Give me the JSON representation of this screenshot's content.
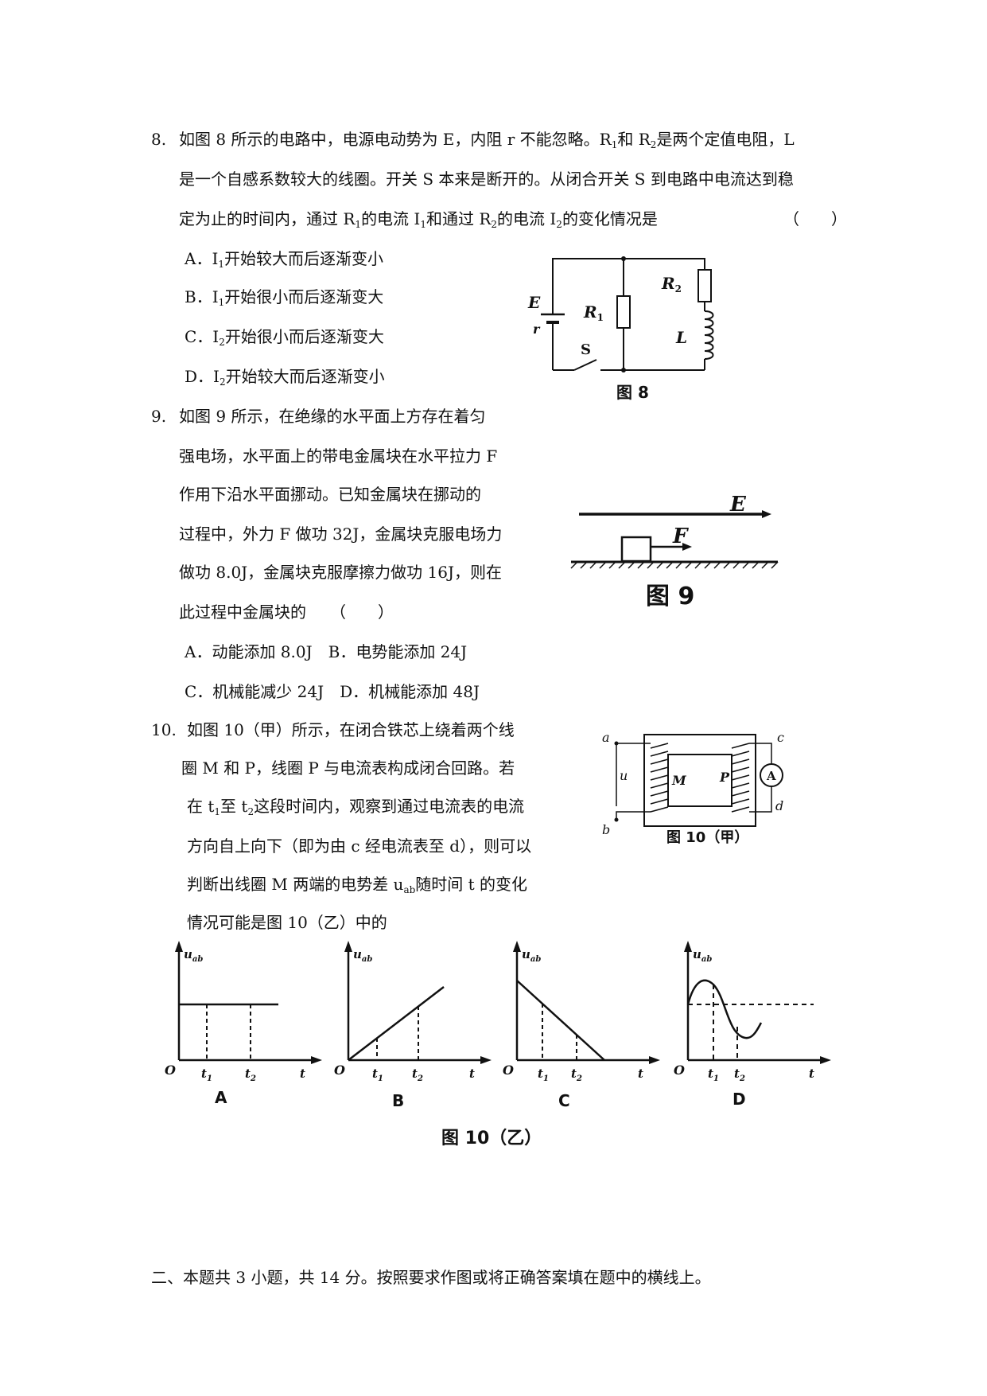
{
  "q8": {
    "number": "8.",
    "line1a": "如图 8 所示的电路中，电源电动势为 E，内阻 r 不能忽略。R",
    "sub1": "1",
    "line1b": "和 R",
    "sub2": "2",
    "line1c": "是两个定值电阻，L",
    "line2": "是一个自感系数较大的线圈。开关 S 本来是断开的。从闭合开关 S 到电路中电流达到稳",
    "line3a": "定为止的时间内，通过 R",
    "line3b": "的电流 I",
    "line3c": "和通过 R",
    "line3d": "的电流 I",
    "line3e": "的变化情况是",
    "paren": "（　　）",
    "optA": {
      "pre": "A．I",
      "sub": "1",
      "post": "开始较大而后逐渐变小"
    },
    "optB": {
      "pre": "B．I",
      "sub": "1",
      "post": "开始很小而后逐渐变大"
    },
    "optC": {
      "pre": "C．I",
      "sub": "2",
      "post": "开始很小而后逐渐变大"
    },
    "optD": {
      "pre": "D．I",
      "sub": "2",
      "post": "开始较大而后逐渐变小"
    },
    "figure": {
      "label_E": "E",
      "label_r": "r",
      "label_R1": "R",
      "label_R2": "R",
      "sub1": "1",
      "sub2": "2",
      "label_L": "L",
      "label_S": "S",
      "caption": "图 8"
    }
  },
  "q9": {
    "number": "9.",
    "lines": [
      "如图 9 所示，在绝缘的水平面上方存在着匀",
      "强电场，水平面上的带电金属块在水平拉力 F",
      "作用下沿水平面挪动。已知金属块在挪动的",
      "过程中，外力 F 做功 32J，金属块克服电场力",
      "做功 8.0J，金属块克服摩擦力做功 16J，则在",
      "此过程中金属块的　　（　　）"
    ],
    "options": [
      "A．动能添加 8.0J　B．电势能添加 24J",
      "C．机械能减少 24J　D．机械能添加 48J"
    ],
    "figure": {
      "label_E": "E",
      "label_F": "F",
      "caption": "图 9"
    }
  },
  "q10": {
    "number": "10.",
    "line1": "如图 10（甲）所示，在闭合铁芯上绕着两个线",
    "line2": "圈 M 和 P，线圈 P 与电流表构成闭合回路。若",
    "line3a": "在 t",
    "line3b": "至 t",
    "line3c": "这段时间内，观察到通过电流表的电流",
    "line4": "方向自上向下（即为由 c 经电流表至 d），则可以",
    "line5a": "判断出线圈 M 两端的电势差 u",
    "line5sub": "ab",
    "line5b": "随时间 t 的变化",
    "line6": "情况可能是图 10（乙）中的",
    "fig_jia": {
      "a": "a",
      "b": "b",
      "c": "c",
      "d": "d",
      "u": "u",
      "M": "M",
      "P": "P",
      "A": "A",
      "caption": "图 10（甲）"
    },
    "graph_common": {
      "ylabel": "u",
      "ysub": "ab",
      "origin": "O",
      "xlabel": "t",
      "t": "t",
      "s1": "1",
      "s2": "2"
    },
    "graphs": [
      {
        "letter": "A"
      },
      {
        "letter": "B"
      },
      {
        "letter": "C"
      },
      {
        "letter": "D"
      }
    ],
    "caption_yi": "图 10（乙）"
  },
  "section2": "二、本题共 3 小题，共 14 分。按照要求作图或将正确答案填在题中的横线上。"
}
